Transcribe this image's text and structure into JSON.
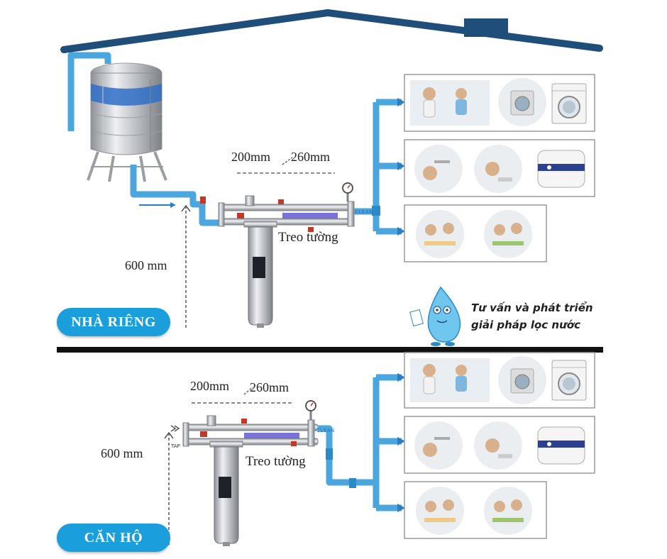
{
  "sections": [
    {
      "badge": "NHÀ RIÊNG",
      "dim_a": "200mm",
      "dim_b": "260mm",
      "height_label": "600 mm",
      "mount_label": "Treo tường",
      "filter_tag": "CLEAN"
    },
    {
      "badge": "CĂN HỘ",
      "dim_a": "200mm",
      "dim_b": "260mm",
      "height_label": "600 mm",
      "mount_label": "Treo tường",
      "filter_tag": "CLEAN",
      "inlet_label": "TAP"
    }
  ],
  "mascot": {
    "line1": "Tư vấn và phát triển",
    "line2": "giải pháp lọc nước"
  },
  "colors": {
    "pipe": "#4aa6dc",
    "roof": "#1f4e7a",
    "badge": "#1b9fdc",
    "divider": "#111111",
    "steel": "#b9bcc0"
  },
  "icons": [
    "water-tank-icon",
    "filter-housing-icon",
    "pressure-gauge-icon",
    "valve-icon",
    "washing-machine-icon",
    "water-heater-icon",
    "water-drop-mascot-icon"
  ]
}
